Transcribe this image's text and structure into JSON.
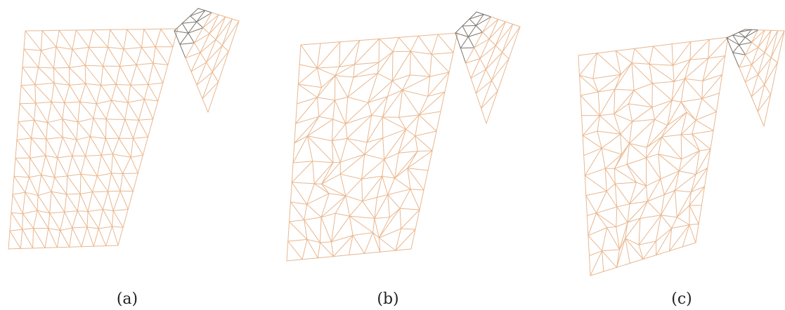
{
  "captions": [
    "(a)",
    "(b)",
    "(c)"
  ],
  "colors": {
    "edge": "#e9b78f",
    "edge_dark": "#7b736c",
    "background": "#ffffff"
  }
}
